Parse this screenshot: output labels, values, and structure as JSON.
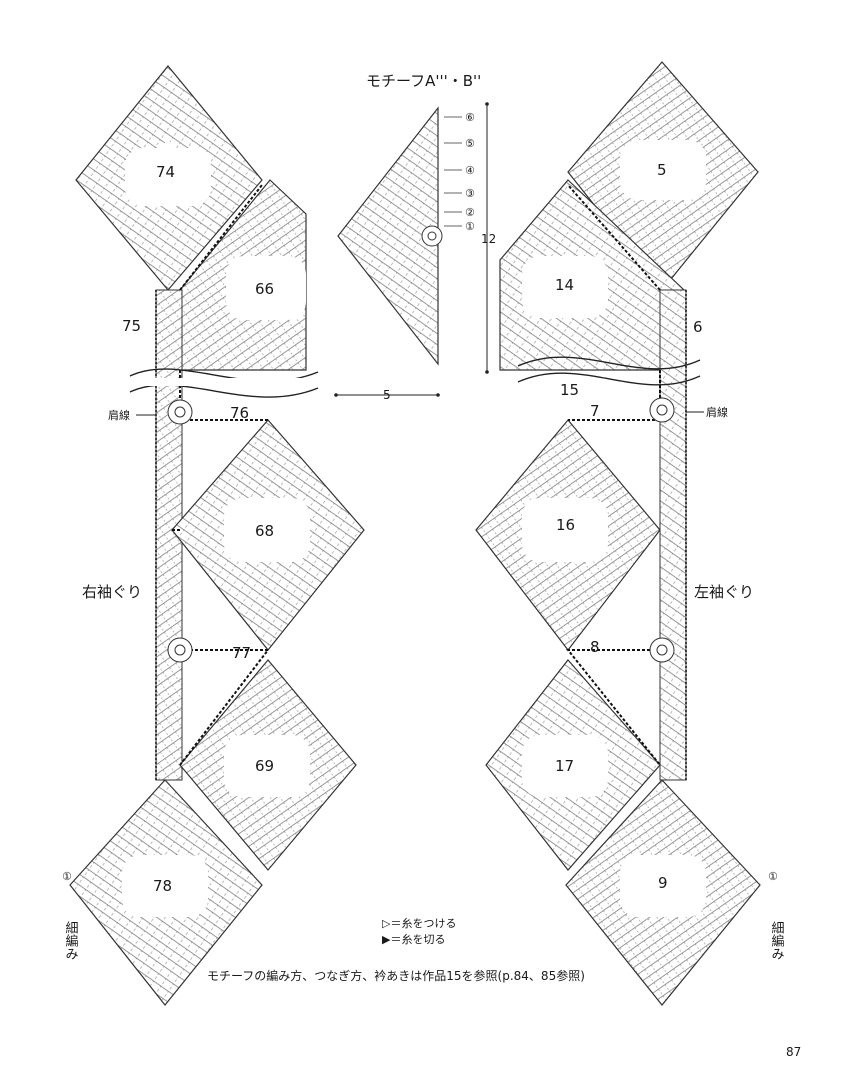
{
  "motif_title": "モチーフA'''・B''",
  "rounds": [
    "⑥",
    "⑤",
    "④",
    "③",
    "②",
    "①"
  ],
  "dim_height": "12",
  "dim_width": "5",
  "left_strip": {
    "motifs": [
      "74",
      "66",
      "75",
      "76",
      "68",
      "77",
      "69",
      "78"
    ],
    "shoulder_label": "肩線",
    "armhole_label": "右袖ぐり",
    "edge_label": "細編み",
    "edge_round": "①"
  },
  "right_strip": {
    "motifs": [
      "5",
      "14",
      "6",
      "15",
      "7",
      "16",
      "8",
      "17",
      "9"
    ],
    "shoulder_label": "肩線",
    "armhole_label": "左袖ぐり",
    "edge_label": "細編み",
    "edge_round": "①"
  },
  "legend": {
    "attach": "▷＝糸をつける",
    "cut": "▶＝糸を切る"
  },
  "note": "モチーフの編み方、つなぎ方、衿あきは作品15を参照(p.84、85参照)",
  "page_number": "87"
}
